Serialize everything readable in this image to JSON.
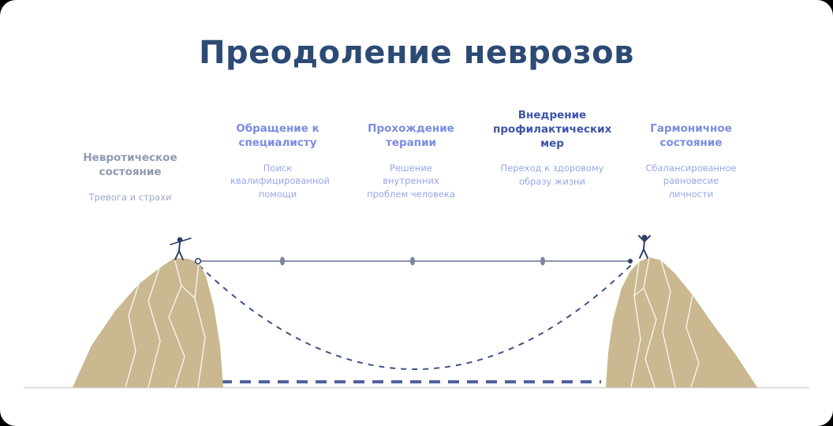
{
  "title": {
    "text": "Преодоление неврозов",
    "color": "#2c4a74"
  },
  "stages": [
    {
      "title": "Невротическое состояние",
      "subtitle": "Тревога и страхи",
      "title_color": "#8e9ab2",
      "subtitle_color": "#9ba7c6"
    },
    {
      "title": "Обращение к специалисту",
      "subtitle": "Поиск квалифицированной помощи",
      "title_color": "#7a8ce2",
      "subtitle_color": "#97a6ea"
    },
    {
      "title": "Прохождение терапии",
      "subtitle": "Решение внутренних проблем человека",
      "title_color": "#7a8ce2",
      "subtitle_color": "#97a6ea"
    },
    {
      "title": "Внедрение профилактических мер",
      "subtitle": "Переход к здоровому образу жизни",
      "title_color": "#3d54a9",
      "subtitle_color": "#97a6ea"
    },
    {
      "title": "Гармоничное состояние",
      "subtitle": "Сбалансированное равновесие личности",
      "title_color": "#7a8ce2",
      "subtitle_color": "#97a6ea"
    }
  ],
  "scene": {
    "colors": {
      "cliff": "#c9b890",
      "cliff_lines": "#ffffff",
      "rope": "#8b95ab",
      "rope_bead": "#7b86a0",
      "hanging_rope": "#3e5284",
      "bottom_dashes": "#50619c",
      "ground": "#d2d2d2",
      "figure": "#2e3f66",
      "marker_dot_fill": "#ffffff"
    },
    "icons": {
      "left_figure": "tightrope-walker-icon",
      "right_figure": "person-arms-raised-icon"
    }
  }
}
